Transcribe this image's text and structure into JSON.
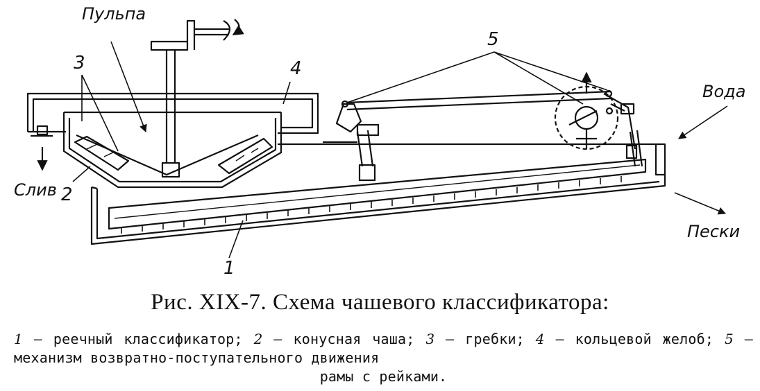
{
  "labels": {
    "pulp": "Пульпа",
    "water": "Вода",
    "overflow": "Слив",
    "sands": "Пески",
    "n1": "1",
    "n2": "2",
    "n3": "3",
    "n4": "4",
    "n5": "5"
  },
  "caption": "Рис. XIX-7. Схема чашевого классификатора:",
  "legend": {
    "i1": "1",
    "t1": " — реечный классификатор; ",
    "i2": "2",
    "t2": " — конусная чаша; ",
    "i3": "3",
    "t3": " — гребки; ",
    "i4": "4",
    "t4": " — кольцевой желоб; ",
    "i5": "5",
    "t5": " — механизм возвратно-поступательного движения",
    "line3": "рамы с рейками."
  }
}
